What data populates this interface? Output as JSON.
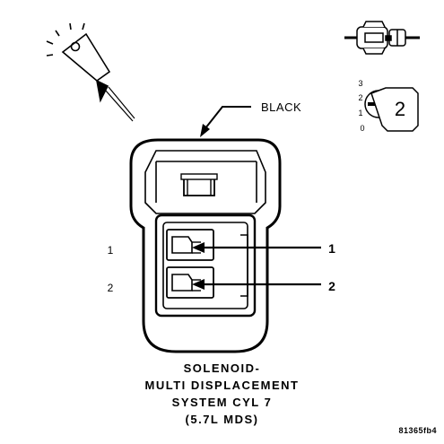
{
  "wire_color_label": "BLACK",
  "cavity_labels_left": [
    "1",
    "2"
  ],
  "pin_callouts": [
    "1",
    "2"
  ],
  "terminal_position_scale": [
    "3",
    "2",
    "1",
    "0"
  ],
  "terminal_position_value": "2",
  "caption_lines": [
    "SOLENOID-",
    "MULTI DISPLACEMENT",
    "SYSTEM CYL 7",
    "(5.7L MDS)"
  ],
  "figure_id": "81365fb4"
}
